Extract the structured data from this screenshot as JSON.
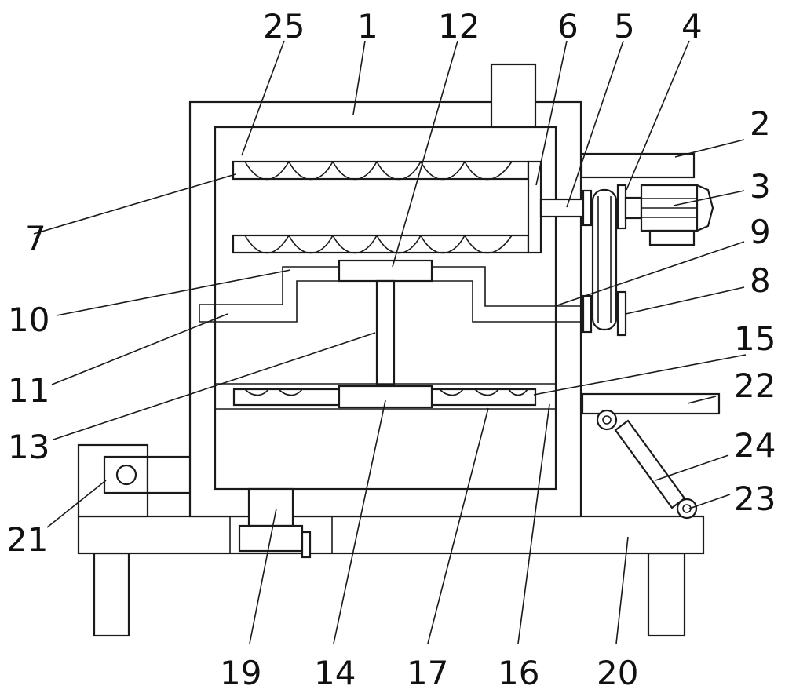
{
  "labels": [
    {
      "key": "l25",
      "text": "25"
    },
    {
      "key": "l1",
      "text": "1"
    },
    {
      "key": "l12",
      "text": "12"
    },
    {
      "key": "l6",
      "text": "6"
    },
    {
      "key": "l5",
      "text": "5"
    },
    {
      "key": "l4",
      "text": "4"
    },
    {
      "key": "l2",
      "text": "2"
    },
    {
      "key": "l3",
      "text": "3"
    },
    {
      "key": "l7",
      "text": "7"
    },
    {
      "key": "l9",
      "text": "9"
    },
    {
      "key": "l8",
      "text": "8"
    },
    {
      "key": "l10",
      "text": "10"
    },
    {
      "key": "l11",
      "text": "11"
    },
    {
      "key": "l15",
      "text": "15"
    },
    {
      "key": "l13",
      "text": "13"
    },
    {
      "key": "l22",
      "text": "22"
    },
    {
      "key": "l24",
      "text": "24"
    },
    {
      "key": "l21",
      "text": "21"
    },
    {
      "key": "l23",
      "text": "23"
    },
    {
      "key": "l19",
      "text": "19"
    },
    {
      "key": "l14",
      "text": "14"
    },
    {
      "key": "l17",
      "text": "17"
    },
    {
      "key": "l16",
      "text": "16"
    },
    {
      "key": "l20",
      "text": "20"
    }
  ],
  "colors": {
    "line": "#1a1a1a",
    "background": "#ffffff"
  }
}
